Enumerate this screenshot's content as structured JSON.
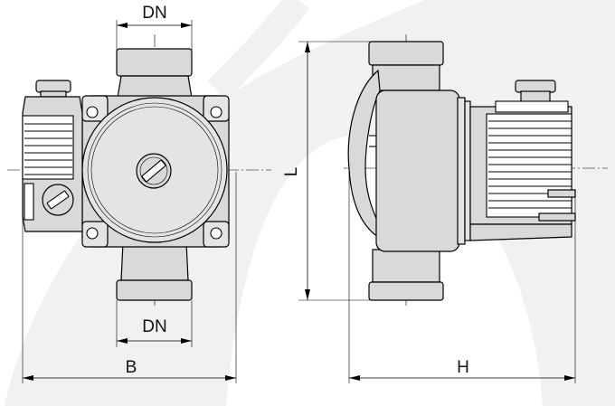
{
  "dimensions": {
    "dn_top": "DN",
    "dn_bottom": "DN",
    "width": "B",
    "length": "L",
    "height": "H"
  },
  "colors": {
    "line": "#000000",
    "pump_body": "#d9d9d9",
    "watermark": "#efefef"
  }
}
